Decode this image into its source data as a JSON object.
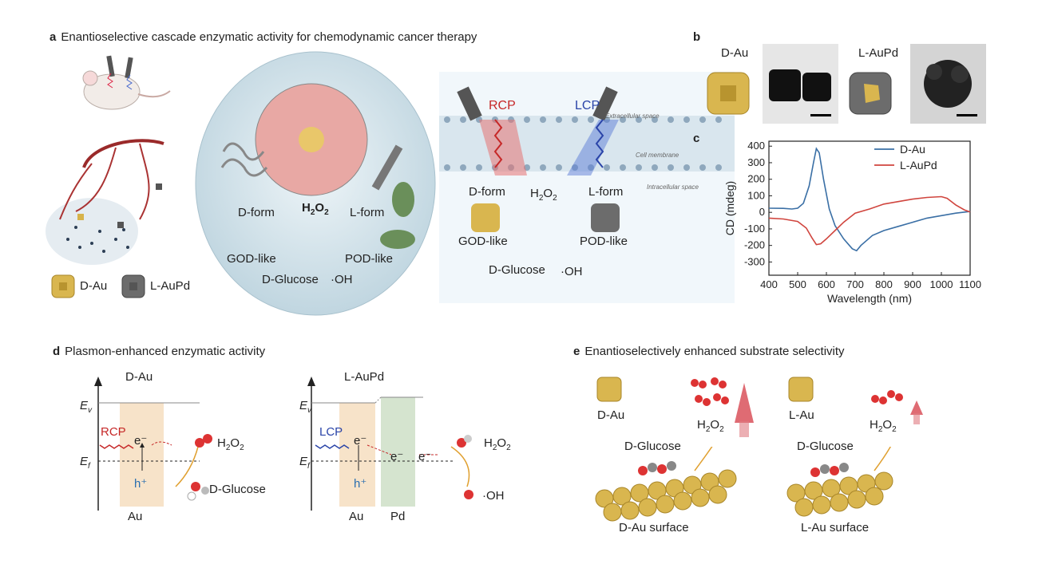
{
  "panel_a": {
    "letter": "a",
    "title": "Enantioselective cascade enzymatic activity for chemodynamic cancer therapy",
    "legend": [
      "D-Au",
      "L-AuPd"
    ],
    "cell": {
      "d_form": "D-form",
      "h2o2": "H2O2",
      "l_form": "L-form",
      "god_like": "GOD-like",
      "pod_like": "POD-like",
      "d_glucose": "D-Glucose",
      "oh": "·OH"
    },
    "membrane": {
      "rcp": "RCP",
      "lcp": "LCP",
      "extracellular": "Extracellular space",
      "cell_membrane": "Cell membrane",
      "intracellular": "Intracellular space",
      "d_form": "D-form",
      "h2o2": "H2O2",
      "l_form": "L-form",
      "god_like": "GOD-like",
      "pod_like": "POD-like",
      "d_glucose": "D-Glucose",
      "oh": "·OH"
    }
  },
  "panel_b": {
    "letter": "b",
    "labels": [
      "D-Au",
      "L-AuPd"
    ]
  },
  "panel_c": {
    "letter": "c"
  },
  "chart_data": {
    "type": "line",
    "xlabel": "Wavelength (nm)",
    "ylabel": "CD (mdeg)",
    "xlim": [
      400,
      1100
    ],
    "ylim": [
      -380,
      430
    ],
    "xticks": [
      400,
      500,
      600,
      700,
      800,
      900,
      1000,
      1100
    ],
    "yticks": [
      400,
      300,
      200,
      100,
      0,
      -100,
      -200,
      -300
    ],
    "legend_position": "top-right",
    "series": [
      {
        "name": "D-Au",
        "color": "#3a6fa5",
        "x": [
          400,
          450,
          480,
          500,
          520,
          540,
          555,
          565,
          575,
          590,
          610,
          630,
          660,
          690,
          705,
          720,
          760,
          800,
          850,
          900,
          950,
          1000,
          1050,
          1100
        ],
        "y": [
          25,
          24,
          20,
          25,
          55,
          160,
          300,
          385,
          360,
          200,
          20,
          -80,
          -160,
          -220,
          -232,
          -200,
          -140,
          -110,
          -85,
          -60,
          -35,
          -20,
          -5,
          5
        ]
      },
      {
        "name": "L-AuPd",
        "color": "#d0453e",
        "x": [
          400,
          450,
          500,
          530,
          550,
          565,
          580,
          600,
          630,
          660,
          700,
          750,
          800,
          850,
          900,
          950,
          1000,
          1020,
          1050,
          1080,
          1100
        ],
        "y": [
          -35,
          -40,
          -55,
          -95,
          -155,
          -195,
          -190,
          -160,
          -110,
          -60,
          -5,
          20,
          50,
          65,
          80,
          90,
          95,
          85,
          45,
          15,
          2
        ]
      }
    ]
  },
  "panel_d": {
    "letter": "d",
    "title": "Plasmon-enhanced enzymatic activity",
    "left": {
      "header": "D-Au",
      "ev": "E",
      "ev_sub": "v",
      "ef": "E",
      "ef_sub": "f",
      "rcp": "RCP",
      "electron": "e⁻",
      "hole": "h⁺",
      "metal": "Au",
      "h2o2": "H2O2",
      "d_glucose": "D-Glucose"
    },
    "right": {
      "header": "L-AuPd",
      "ev": "E",
      "ev_sub": "v",
      "ef": "E",
      "ef_sub": "f",
      "lcp": "LCP",
      "electron": "e⁻",
      "hole": "h⁺",
      "metal1": "Au",
      "metal2": "Pd",
      "h2o2": "H2O2",
      "oh": "·OH"
    }
  },
  "panel_e": {
    "letter": "e",
    "title": "Enantioselectively enhanced substrate selectivity",
    "left": {
      "np": "D-Au",
      "h2o2": "H2O2",
      "glucose": "D-Glucose",
      "surface": "D-Au surface"
    },
    "right": {
      "np": "L-Au",
      "h2o2": "H2O2",
      "glucose": "D-Glucose",
      "surface": "L-Au surface"
    }
  }
}
